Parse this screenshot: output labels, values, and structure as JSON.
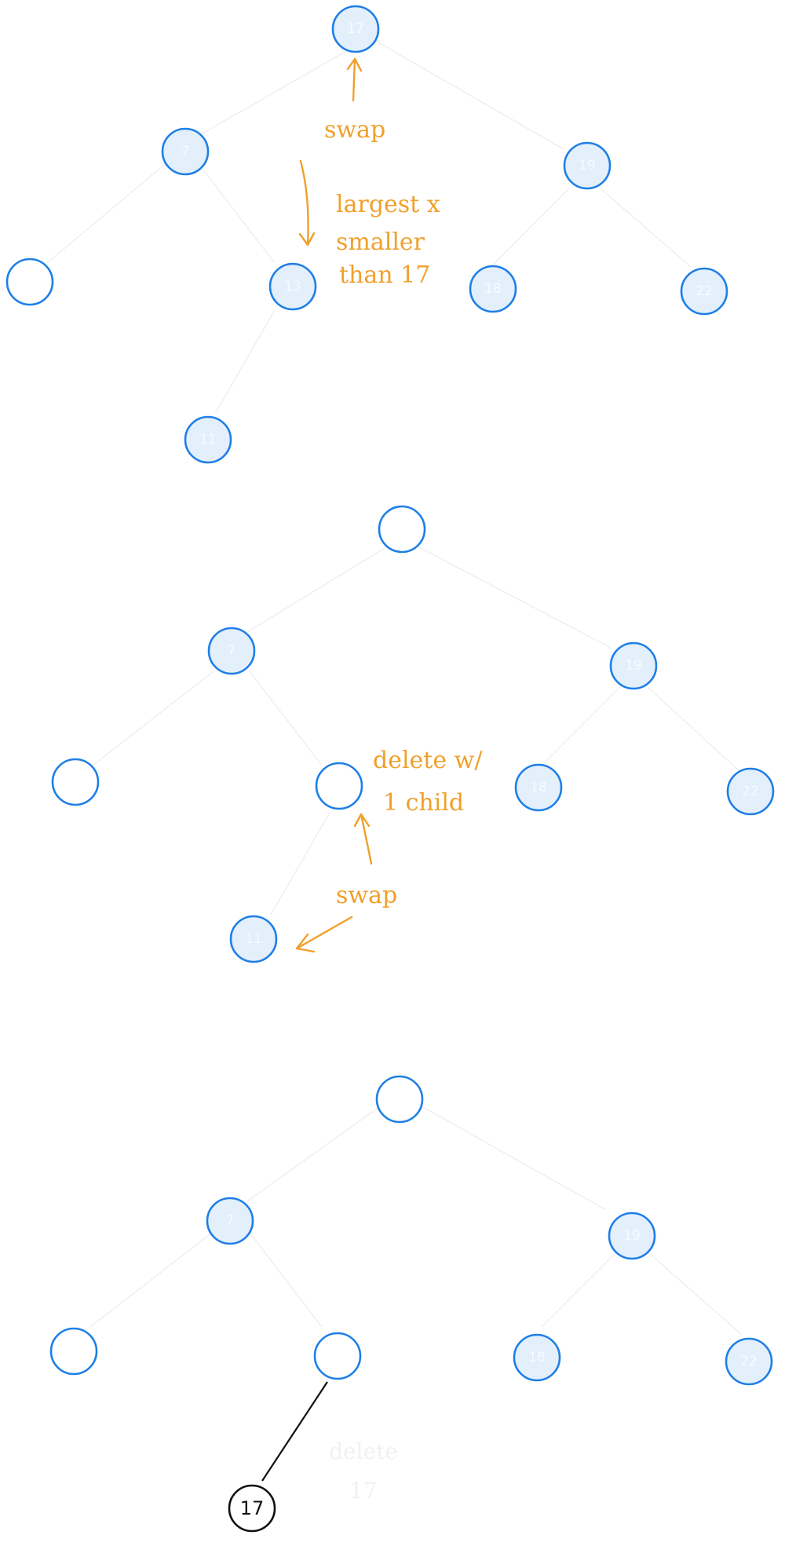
{
  "trees": [
    {
      "id": "tree-1",
      "nodes": [
        {
          "id": "t1-root",
          "label": "17",
          "filled": true
        },
        {
          "id": "t1-n7",
          "label": "7",
          "filled": true
        },
        {
          "id": "t1-n19",
          "label": "19",
          "filled": true
        },
        {
          "id": "t1-leftleaf",
          "label": "",
          "filled": false
        },
        {
          "id": "t1-n13",
          "label": "13",
          "filled": true
        },
        {
          "id": "t1-n18",
          "label": "18",
          "filled": true
        },
        {
          "id": "t1-n22",
          "label": "22",
          "filled": true
        },
        {
          "id": "t1-n11",
          "label": "11",
          "filled": true
        }
      ]
    },
    {
      "id": "tree-2",
      "nodes": [
        {
          "id": "t2-root",
          "label": "",
          "filled": false
        },
        {
          "id": "t2-n7",
          "label": "7",
          "filled": true
        },
        {
          "id": "t2-n19",
          "label": "19",
          "filled": true
        },
        {
          "id": "t2-leftleaf",
          "label": "",
          "filled": false
        },
        {
          "id": "t2-mid",
          "label": "",
          "filled": false
        },
        {
          "id": "t2-n18",
          "label": "18",
          "filled": true
        },
        {
          "id": "t2-n22",
          "label": "22",
          "filled": true
        },
        {
          "id": "t2-n11",
          "label": "11",
          "filled": true
        }
      ]
    },
    {
      "id": "tree-3",
      "nodes": [
        {
          "id": "t3-root",
          "label": "",
          "filled": false
        },
        {
          "id": "t3-n7",
          "label": "7",
          "filled": true
        },
        {
          "id": "t3-n19",
          "label": "19",
          "filled": true
        },
        {
          "id": "t3-leftleaf",
          "label": "",
          "filled": false
        },
        {
          "id": "t3-mid",
          "label": "",
          "filled": false
        },
        {
          "id": "t3-n18",
          "label": "18",
          "filled": true
        },
        {
          "id": "t3-n22",
          "label": "22",
          "filled": true
        },
        {
          "id": "t3-n17",
          "label": "17",
          "filled": false,
          "style": "ink"
        }
      ]
    }
  ],
  "annotations": {
    "swap_top": "swap",
    "largest_line1": "largest x",
    "largest_line2": "smaller",
    "largest_line3": "than 17",
    "delete_line1": "delete w/",
    "delete_line2": "1 child",
    "swap_mid": "swap",
    "faint_line1": "delete",
    "faint_line2": "17"
  },
  "colors": {
    "node_stroke": "#1e7fe6",
    "node_fill": "#e3effb",
    "annotation": "#f0a02a",
    "ink": "#111111"
  }
}
